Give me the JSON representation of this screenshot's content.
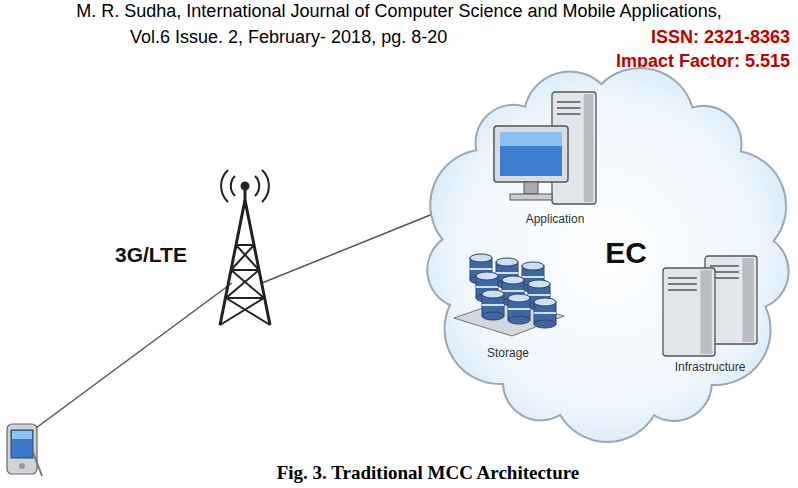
{
  "diagram": {
    "caption": "Fig. 3. Traditional MCC Architecture",
    "nodes": [
      {
        "text": [
          "EC"
        ]
      },
      {
        "text": [
          "Application"
        ],
        "in": 0
      },
      {
        "text": [
          "Storage"
        ],
        "in": 0
      },
      {
        "text": [
          "Infrastructure"
        ],
        "in": 0
      }
    ],
    "labels": [
      "M. R. Sudha, International Journal of Computer Science and Mobile Applications,",
      "Vol.6 Issue. 2, February- 2018, pg. 8-20",
      "ISSN: 2321-8363",
      "Impact Factor: 5.515",
      "3G/LTE"
    ]
  }
}
